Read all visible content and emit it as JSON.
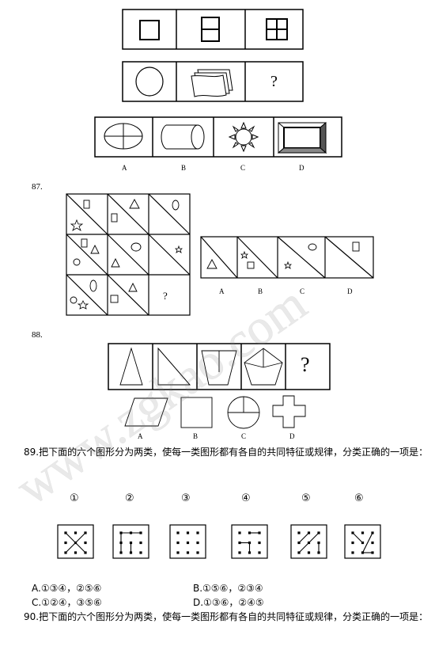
{
  "q86": {
    "option_labels": [
      "A",
      "B",
      "C",
      "D"
    ],
    "question_mark": "?"
  },
  "q87": {
    "number": "87.",
    "question_mark": "?",
    "option_labels": [
      "A",
      "B",
      "C",
      "D"
    ]
  },
  "q88": {
    "number": "88.",
    "question_mark": "?",
    "option_labels": [
      "A",
      "B",
      "C",
      "D"
    ]
  },
  "q89": {
    "text": "89.把下面的六个图形分为两类，使每一类图形都有各自的共同特征或规律，分类正确的一项是：",
    "figure_labels": [
      "①",
      "②",
      "③",
      "④",
      "⑤",
      "⑥"
    ],
    "choices": {
      "a": "A.①③④，②⑤⑥",
      "b": "B.①⑤⑥，②③④",
      "c": "C.①②④，③⑤⑥",
      "d": "D.①③⑥，②④⑤"
    }
  },
  "q90": {
    "text": "90.把下面的六个图形分为两类，使每一类图形都有各自的共同特征或规律，分类正确的一项是："
  },
  "watermark": "www.zgkao.com"
}
